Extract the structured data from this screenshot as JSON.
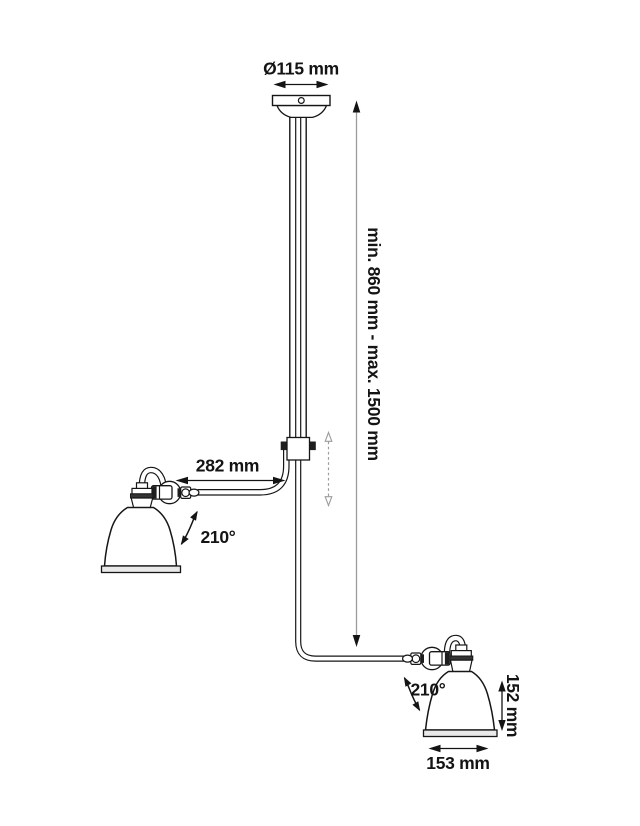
{
  "drawing": {
    "dimensions": {
      "canopy_diameter": "Ø115 mm",
      "rod_length_range": "min. 860 mm - max. 1500 mm",
      "arm_length": "282 mm",
      "left_shade_rotation": "210°",
      "right_shade_rotation": "210°",
      "shade_height": "152 mm",
      "shade_diameter": "153 mm"
    },
    "colors": {
      "ink": "#161616",
      "dim_line_grey": "#9c9c9c",
      "shade_rim_fill": "#e9e9e9",
      "hardware_dark": "#1e1e1e",
      "background": "#ffffff"
    }
  }
}
